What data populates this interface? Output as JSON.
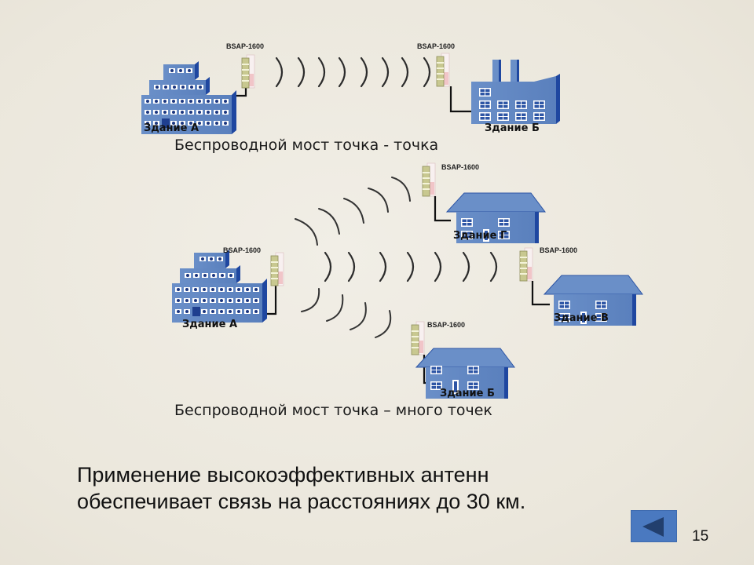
{
  "slide": {
    "page_number": "15",
    "background_color": "#ece8de",
    "accent_color": "#4a79c0"
  },
  "diagram_top": {
    "caption": "Беспроводной мост точка - точка",
    "devices": [
      {
        "model": "BSAP-1600",
        "building": "Здание А",
        "building_type": "office-tower-icon"
      },
      {
        "model": "BSAP-1600",
        "building": "Здание Б",
        "building_type": "factory-icon"
      }
    ],
    "wave_count": 8
  },
  "diagram_bottom": {
    "caption": "Беспроводной мост точка – много точек",
    "hub": {
      "model": "BSAP-1600",
      "building": "Здание А",
      "building_type": "office-tower-icon"
    },
    "clients": [
      {
        "model": "BSAP-1600",
        "building": "Здание Г",
        "building_type": "house-icon"
      },
      {
        "model": "BSAP-1600",
        "building": "Здание В",
        "building_type": "house-icon"
      },
      {
        "model": "BSAP-1600",
        "building": "Здание Б",
        "building_type": "house-icon"
      }
    ]
  },
  "body": {
    "line1": "Применение высокоэффективных антенн",
    "line2": "обеспечивает  связь на расстояниях до 30 км."
  },
  "nav": {
    "back_icon": "triangle-left-icon"
  }
}
